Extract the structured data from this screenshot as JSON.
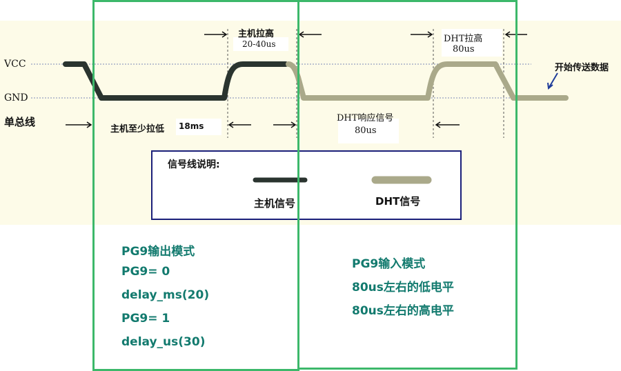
{
  "labels": {
    "vcc": "VCC",
    "gnd": "GND",
    "bus": "单总线",
    "host_pull_high": "主机拉高",
    "host_pull_high_time": "20-40us",
    "dht_pull_high": "DHT拉高",
    "dht_pull_high_time": "80us",
    "start_transfer": "开始传送数据",
    "host_pull_low": "主机至少拉低",
    "host_pull_low_time": "18ms",
    "dht_response": "DHT响应信号",
    "dht_response_time": "80us"
  },
  "legend": {
    "title": "信号线说明:",
    "host_signal": "主机信号",
    "dht_signal": "DHT信号"
  },
  "notes_left": [
    "PG9输出模式",
    "PG9= 0",
    "delay_ms(20)",
    "PG9= 1",
    "delay_us(30)"
  ],
  "notes_right": [
    "PG9输入模式",
    "80us左右的低电平",
    "80us左右的高电平"
  ],
  "colors": {
    "host_signal": "#2a342f",
    "dht_signal": "#aaa98a",
    "frame_green": "#3cb86a",
    "note_text": "#127a6e",
    "legend_border": "#1a1f7a"
  }
}
